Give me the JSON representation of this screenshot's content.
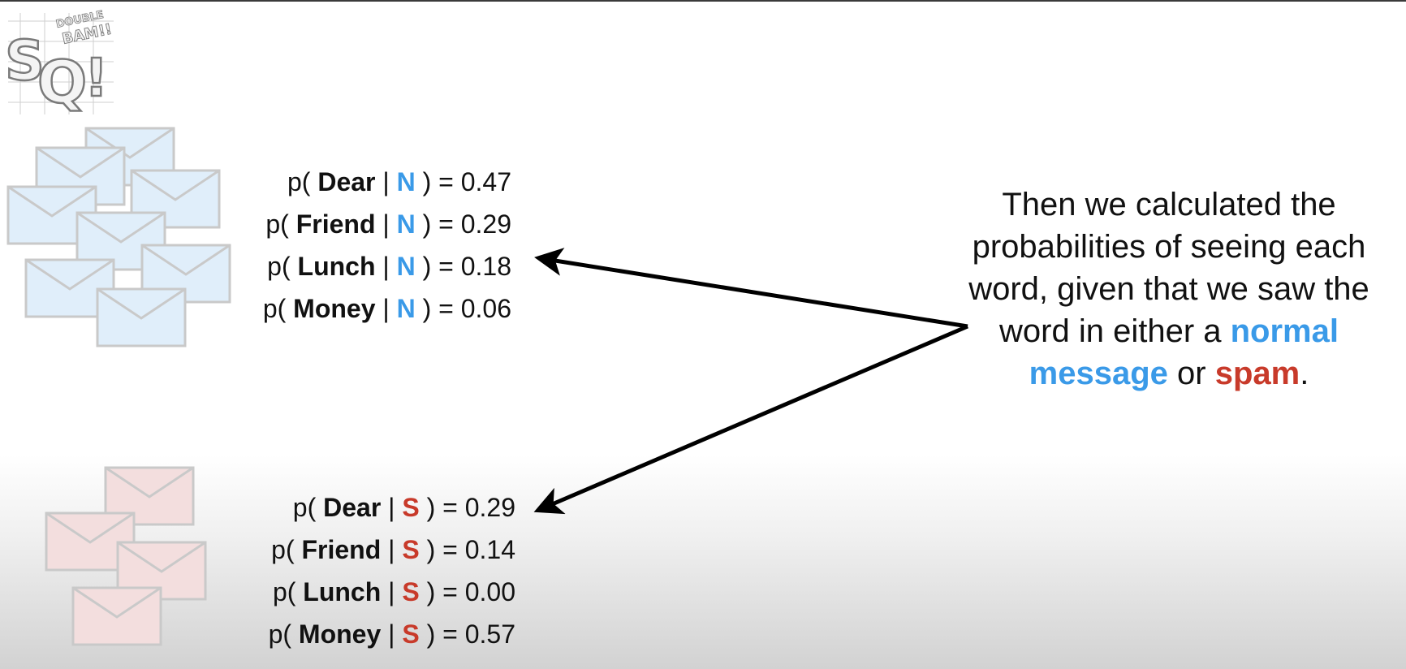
{
  "logo": {
    "big_text": "SQ!",
    "small_text": "DOUBLE BAM!!"
  },
  "normal_group": {
    "class_letter": "N",
    "rows": [
      {
        "prefix": "p( ",
        "word": "Dear",
        "sep": " | ",
        "close": " ) = ",
        "value": "0.47"
      },
      {
        "prefix": "p( ",
        "word": "Friend",
        "sep": " | ",
        "close": " ) = ",
        "value": "0.29"
      },
      {
        "prefix": "p( ",
        "word": "Lunch",
        "sep": " | ",
        "close": " ) = ",
        "value": "0.18"
      },
      {
        "prefix": "p( ",
        "word": "Money",
        "sep": " | ",
        "close": " ) = ",
        "value": "0.06"
      }
    ]
  },
  "spam_group": {
    "class_letter": "S",
    "rows": [
      {
        "prefix": "p( ",
        "word": "Dear",
        "sep": " | ",
        "close": " ) = ",
        "value": "0.29"
      },
      {
        "prefix": "p( ",
        "word": "Friend",
        "sep": " | ",
        "close": " ) = ",
        "value": "0.14"
      },
      {
        "prefix": "p( ",
        "word": "Lunch",
        "sep": " | ",
        "close": " ) = ",
        "value": "0.00"
      },
      {
        "prefix": "p( ",
        "word": "Money",
        "sep": " | ",
        "close": " ) = ",
        "value": "0.57"
      }
    ]
  },
  "caption": {
    "line1": "Then we calculated the",
    "line2": "probabilities of seeing each",
    "line3": "word, given that we saw the",
    "line4_start": "word in either a ",
    "normal_word": "normal",
    "message_word": "message",
    "or_word": " or ",
    "spam_word": "spam",
    "period": "."
  },
  "colors": {
    "normal": "#3a9ae8",
    "spam": "#c83a2a",
    "normal_envelope_fill": "#e0eefa",
    "spam_envelope_fill": "#f3dede",
    "envelope_stroke": "#c9c9c9"
  }
}
